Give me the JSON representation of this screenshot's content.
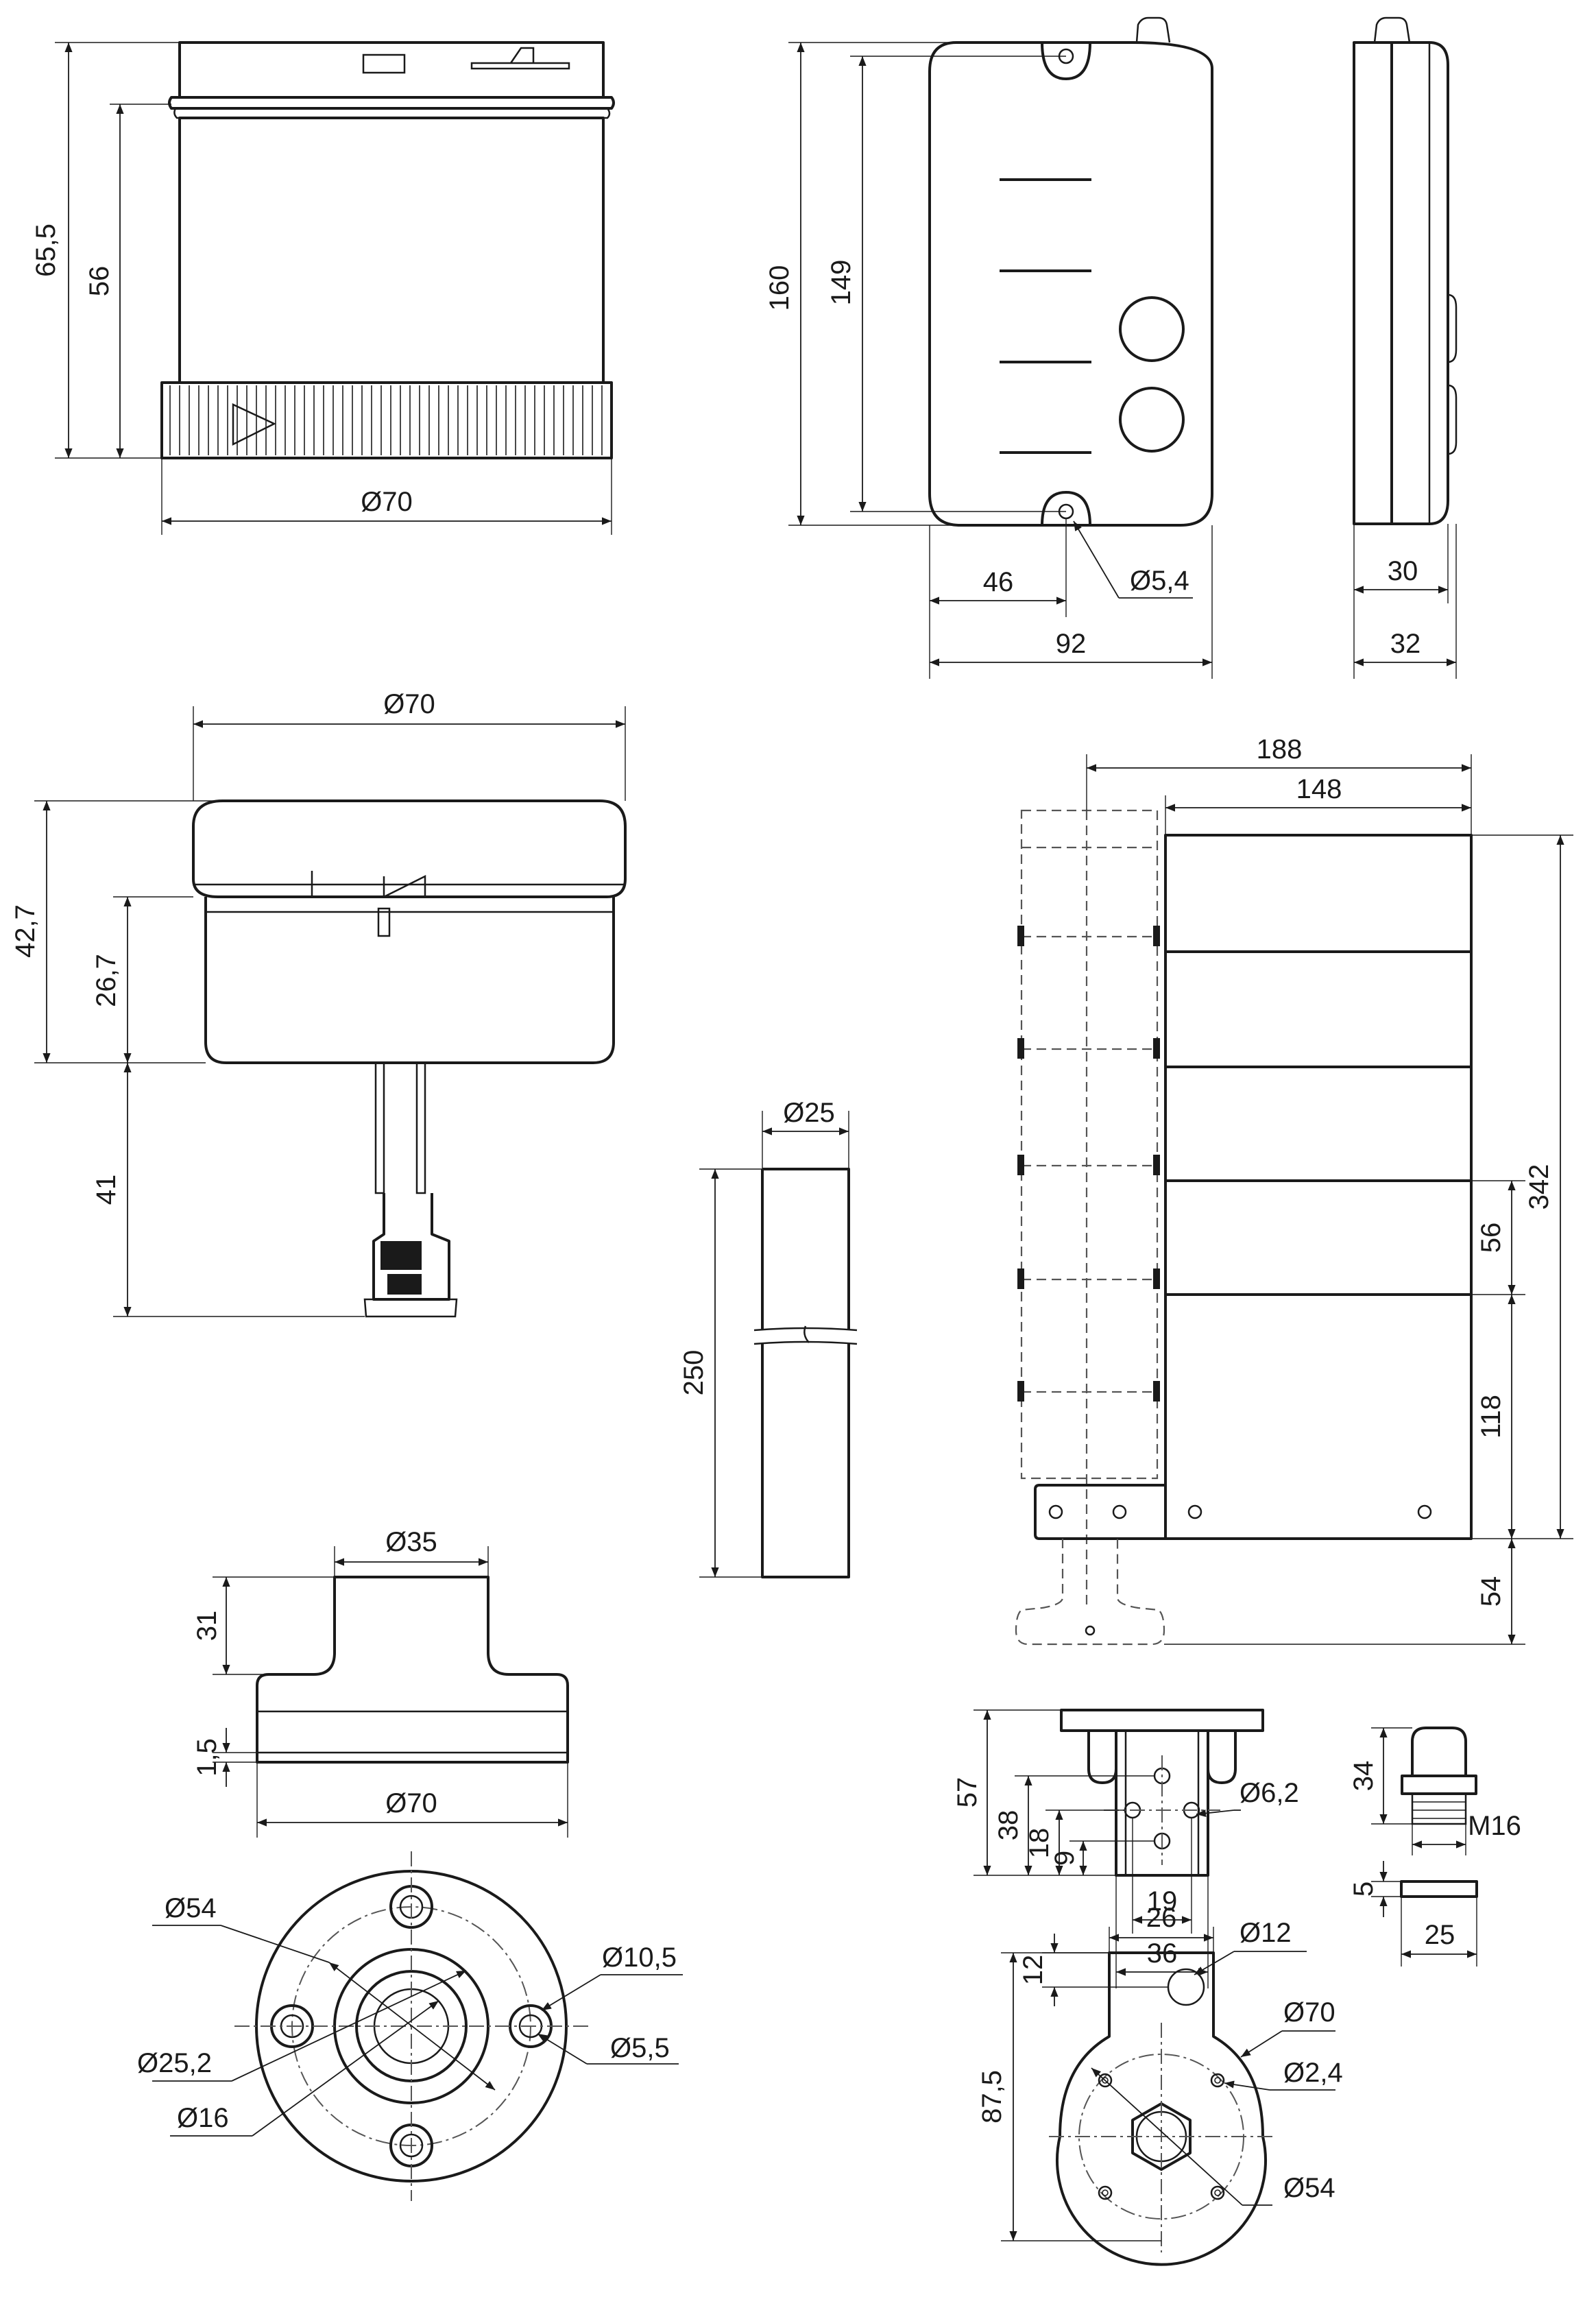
{
  "labels": {
    "v1_height_total": "65,5",
    "v1_height_body": "56",
    "v1_diameter": "Ø70",
    "v2_height_total": "160",
    "v2_hole_spacing": "149",
    "v2_hole_offset": "46",
    "v2_hole_diameter": "Ø5,4",
    "v2_width": "92",
    "v3_depth_inner": "30",
    "v3_depth_outer": "32",
    "v4_diameter": "Ø70",
    "v4_height_total": "42,7",
    "v4_height_body": "26,7",
    "v4_cable_length": "41",
    "v5_tube_diameter": "Ø25",
    "v5_tube_length": "250",
    "v6_width_total": "188",
    "v6_width_body": "148",
    "v6_height_total": "342",
    "v6_module_height": "56",
    "v6_base_height": "118",
    "v6_foot_height": "54",
    "v7_neck_diameter": "Ø35",
    "v7_neck_height": "31",
    "v7_plate_thickness": "1,5",
    "v7_base_diameter": "Ø70",
    "v8_bolt_circle": "Ø54",
    "v8_bore_diameter": "Ø25,2",
    "v8_inner_diameter": "Ø16",
    "v8_counterbore": "Ø10,5",
    "v8_hole_diameter": "Ø5,5",
    "v9_height_total": "57",
    "v9_height_mid": "38",
    "v9_hole_offset_18": "18",
    "v9_hole_offset_9": "9",
    "v9_hole_diameter": "Ø6,2",
    "v9_hole_spacing": "19",
    "v9_width": "36",
    "v10_gland_height": "34",
    "v10_thread": "M16",
    "v10_nut_thickness": "5",
    "v10_nut_width": "25",
    "v11_width": "26",
    "v11_offset": "12",
    "v11_hole_diameter": "Ø12",
    "v11_outer_diameter": "Ø70",
    "v11_height": "87,5",
    "v11_small_hole": "Ø2,4",
    "v11_bolt_circle": "Ø54"
  }
}
